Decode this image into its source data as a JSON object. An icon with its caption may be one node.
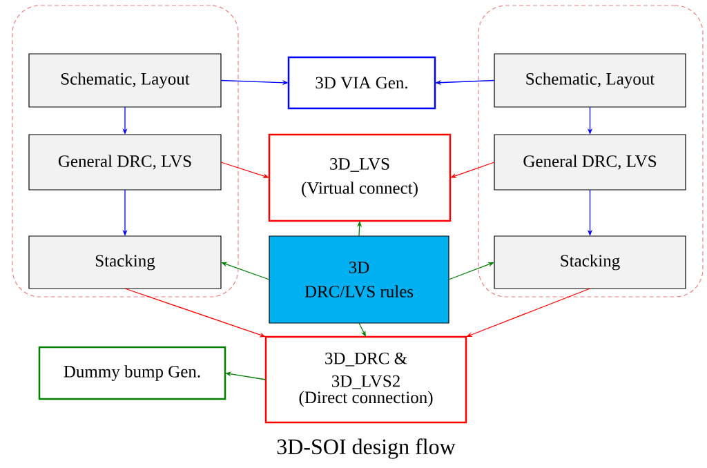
{
  "diagram": {
    "caption": "3D-SOI design flow",
    "nodes": [
      {
        "text": [],
        "shape": "box"
      },
      {
        "text": [
          "Schematic, Layout"
        ],
        "in": 0
      },
      {
        "text": [
          "General DRC, LVS"
        ],
        "in": 0
      },
      {
        "text": [
          "Stacking"
        ],
        "in": 0
      },
      {
        "text": [],
        "shape": "box"
      },
      {
        "text": [
          "Schematic, Layout"
        ],
        "in": 4
      },
      {
        "text": [
          "General DRC, LVS"
        ],
        "in": 4
      },
      {
        "text": [
          "Stacking"
        ],
        "in": 4
      },
      {
        "text": [
          "3D VIA Gen."
        ]
      },
      {
        "text": [
          "3D_LVS",
          "(Virtual connect)"
        ]
      },
      {
        "text": [
          "3D",
          "DRC/LVS rules"
        ]
      },
      {
        "text": [
          "3D_DRC & 3D_LVS2",
          "(Direct connection)"
        ]
      },
      {
        "text": [
          "Dummy bump Gen."
        ]
      }
    ],
    "edges": [
      {
        "from": 1,
        "to": 8,
        "arrow": "to",
        "color": "#0000ff"
      },
      {
        "from": 5,
        "to": 8,
        "arrow": "to",
        "color": "#0000ff"
      },
      {
        "from": 1,
        "to": 2,
        "arrow": "to",
        "color": "#0000ff"
      },
      {
        "from": 2,
        "to": 3,
        "arrow": "to",
        "color": "#0000ff"
      },
      {
        "from": 5,
        "to": 6,
        "arrow": "to",
        "color": "#0000ff"
      },
      {
        "from": 6,
        "to": 7,
        "arrow": "to",
        "color": "#0000ff"
      },
      {
        "from": 2,
        "to": 9,
        "arrow": "to",
        "color": "#ff0000"
      },
      {
        "from": 6,
        "to": 9,
        "arrow": "to",
        "color": "#ff0000"
      },
      {
        "from": 10,
        "to": 9,
        "arrow": "to",
        "color": "#008000"
      },
      {
        "from": 10,
        "to": 3,
        "arrow": "to",
        "color": "#008000"
      },
      {
        "from": 10,
        "to": 7,
        "arrow": "to",
        "color": "#008000"
      },
      {
        "from": 10,
        "to": 11,
        "arrow": "to",
        "color": "#008000"
      },
      {
        "from": 3,
        "to": 11,
        "arrow": "to",
        "color": "#ff0000"
      },
      {
        "from": 7,
        "to": 11,
        "arrow": "to",
        "color": "#ff0000"
      },
      {
        "from": 11,
        "to": 12,
        "arrow": "to",
        "color": "#008000"
      }
    ]
  }
}
